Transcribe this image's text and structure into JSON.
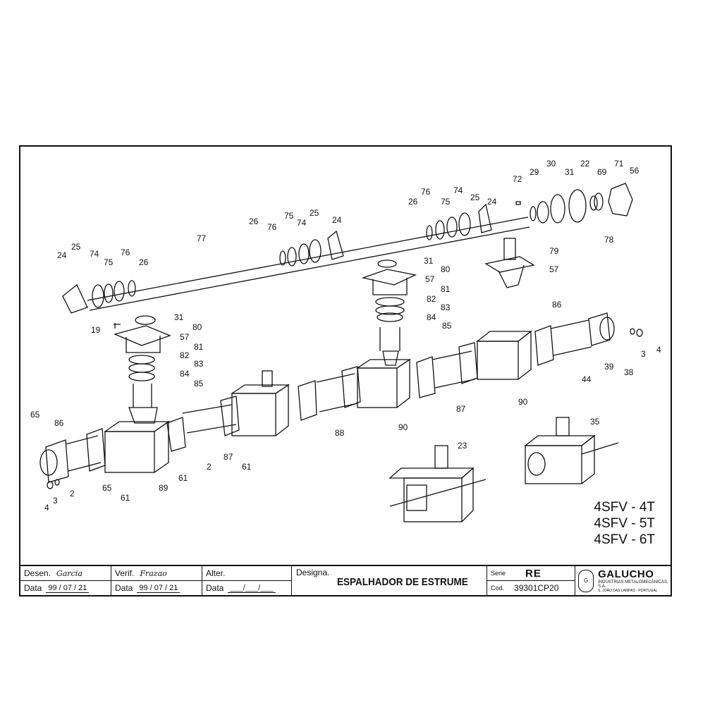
{
  "diagram": {
    "parts": [
      {
        "label": "24"
      },
      {
        "label": "25"
      },
      {
        "label": "74"
      },
      {
        "label": "76"
      },
      {
        "label": "75"
      },
      {
        "label": "26"
      },
      {
        "label": "77"
      },
      {
        "label": "26"
      },
      {
        "label": "76"
      },
      {
        "label": "75"
      },
      {
        "label": "74"
      },
      {
        "label": "25"
      },
      {
        "label": "24"
      },
      {
        "label": "26"
      },
      {
        "label": "76"
      },
      {
        "label": "75"
      },
      {
        "label": "74"
      },
      {
        "label": "25"
      },
      {
        "label": "24"
      },
      {
        "label": "72"
      },
      {
        "label": "29"
      },
      {
        "label": "30"
      },
      {
        "label": "31"
      },
      {
        "label": "22"
      },
      {
        "label": "69"
      },
      {
        "label": "71"
      },
      {
        "label": "56"
      },
      {
        "label": "78"
      },
      {
        "label": "79"
      },
      {
        "label": "57"
      },
      {
        "label": "31"
      },
      {
        "label": "80"
      },
      {
        "label": "57"
      },
      {
        "label": "81"
      },
      {
        "label": "82"
      },
      {
        "label": "83"
      },
      {
        "label": "84"
      },
      {
        "label": "85"
      },
      {
        "label": "19"
      },
      {
        "label": "31"
      },
      {
        "label": "80"
      },
      {
        "label": "57"
      },
      {
        "label": "81"
      },
      {
        "label": "82"
      },
      {
        "label": "83"
      },
      {
        "label": "84"
      },
      {
        "label": "85"
      },
      {
        "label": "86"
      },
      {
        "label": "3"
      },
      {
        "label": "4"
      },
      {
        "label": "39"
      },
      {
        "label": "38"
      },
      {
        "label": "44"
      },
      {
        "label": "90"
      },
      {
        "label": "87"
      },
      {
        "label": "90"
      },
      {
        "label": "88"
      },
      {
        "label": "65"
      },
      {
        "label": "86"
      },
      {
        "label": "2"
      },
      {
        "label": "87"
      },
      {
        "label": "61"
      },
      {
        "label": "61"
      },
      {
        "label": "89"
      },
      {
        "label": "65"
      },
      {
        "label": "61"
      },
      {
        "label": "2"
      },
      {
        "label": "4"
      },
      {
        "label": "3"
      },
      {
        "label": "23"
      },
      {
        "label": "35"
      }
    ],
    "models": [
      "4SFV - 4T",
      "4SFV - 5T",
      "4SFV - 6T"
    ]
  },
  "title_block": {
    "desen_label": "Desen.",
    "desen_sig": "Garcia",
    "verif_label": "Verif.",
    "verif_sig": "Frazao",
    "alter_label": "Alter.",
    "data_label": "Data",
    "desen_date": "99 / 07 / 21",
    "verif_date": "99 / 07 / 21",
    "alter_date": "___/___/___",
    "designa_label": "Designa.",
    "designa_value": "ESPALHADOR DE ESTRUME",
    "serie_label": "Serie",
    "serie_value": "RE",
    "cod_label": "Cod.",
    "cod_value": "39301CP20",
    "company": "GALUCHO",
    "company_sub": "INDÚSTRIAS METALOMECÂNICAS, S.A.",
    "company_loc": "S. JOÃO DAS LAMPAS - PORTUGAL"
  }
}
